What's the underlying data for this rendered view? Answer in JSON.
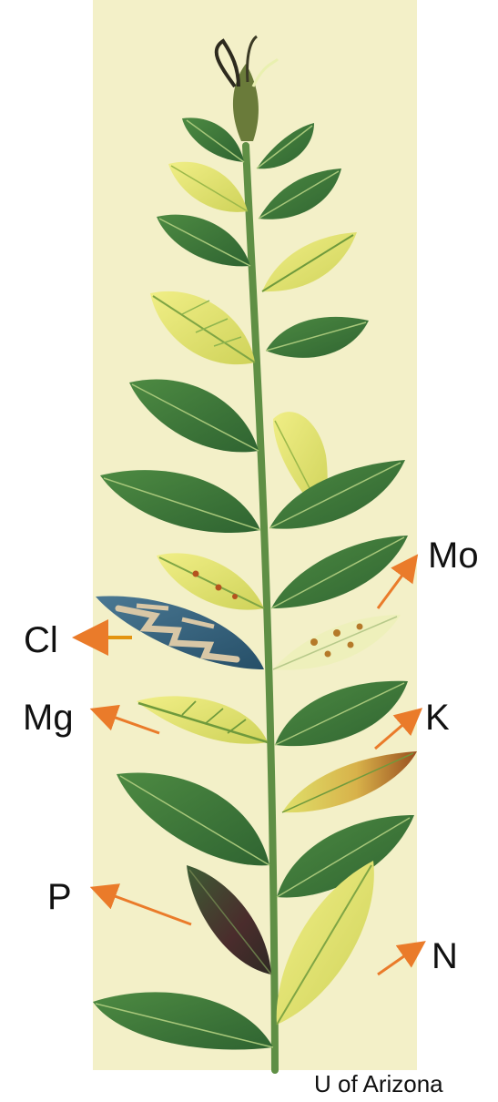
{
  "figure": {
    "credit": "U of Arizona",
    "colors": {
      "background_panel": "#f3f0c8",
      "arrow": "#ea7b2a",
      "leaf_healthy": "#3f7a3a",
      "leaf_yellow": "#dfe06a",
      "leaf_blue": "#3f6d86",
      "stem": "#5f8f45"
    }
  },
  "labels": {
    "mo": "Mo",
    "cl": "Cl",
    "mg": "Mg",
    "k": "K",
    "p": "P",
    "n": "N"
  }
}
